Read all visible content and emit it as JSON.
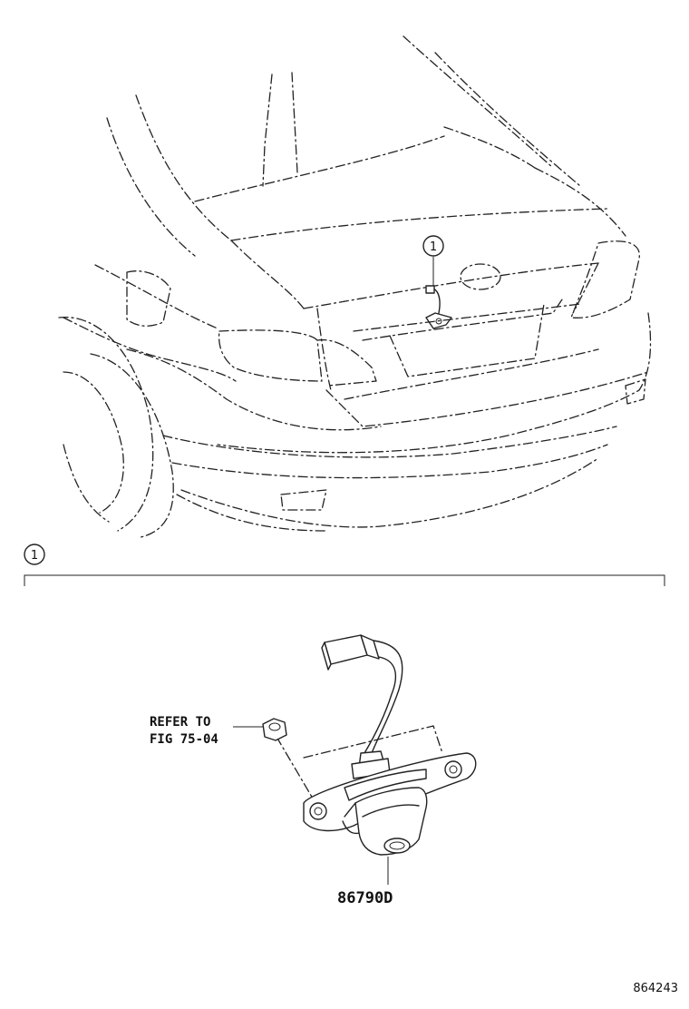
{
  "diagram": {
    "callout_top": "1",
    "callout_section": "1",
    "refer_line1": "REFER TO",
    "refer_line2": "FIG 75-04",
    "part_number": "86790D",
    "figure_number": "864243"
  }
}
